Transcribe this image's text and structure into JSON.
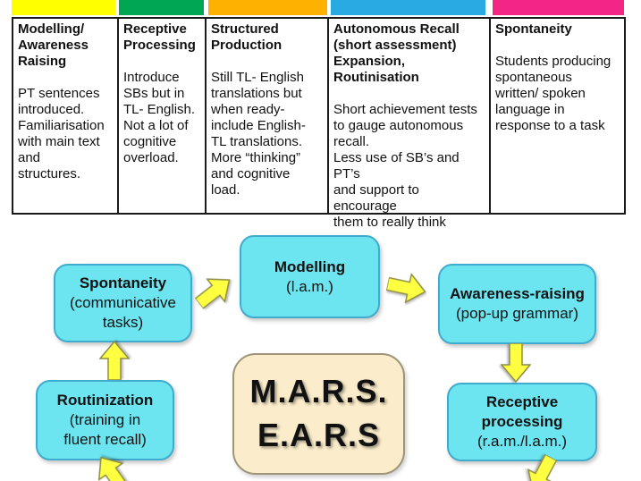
{
  "table": {
    "columns": [
      {
        "bar_color": "#FFFF00",
        "header": "Modelling/\nAwareness\nRaising",
        "body": "PT sentences\nintroduced.\nFamiliarisation\nwith main text\nand\nstructures."
      },
      {
        "bar_color": "#00A651",
        "header": "Receptive\nProcessing",
        "body": "Introduce\nSBs but in\nTL- English.\nNot a lot of\ncognitive\noverload."
      },
      {
        "bar_color": "#FFB100",
        "header": "Structured\nProduction",
        "body": "Still TL- English\ntranslations but\nwhen ready-\ninclude English-\nTL translations.\nMore “thinking”\nand cognitive\nload."
      },
      {
        "bar_color": "#29ABE2",
        "header": "Autonomous Recall\n(short assessment)\nExpansion,\nRoutinisation",
        "body": "Short achievement tests\nto gauge autonomous\nrecall.\nLess use of SB’s and PT’s\nand support to encourage\nthem to really think"
      },
      {
        "bar_color": "#F42685",
        "header": "Spontaneity",
        "body": "Students producing\nspontaneous\nwritten/ spoken\nlanguage in\nresponse to a task"
      }
    ]
  },
  "diagram": {
    "center": {
      "line1": "M.A.R.S.",
      "line2": "E.A.R.S"
    },
    "nodes": {
      "spontaneity": {
        "title": "Spontaneity",
        "subtitle": "(communicative\ntasks)"
      },
      "modelling": {
        "title": "Modelling",
        "subtitle": "(l.a.m.)"
      },
      "awareness": {
        "title": "Awareness-raising",
        "subtitle": "(pop-up grammar)"
      },
      "routinization": {
        "title": "Routinization",
        "subtitle": "(training in\nfluent recall)"
      },
      "receptive": {
        "title": "Receptive\nprocessing",
        "subtitle": "(r.a.m./l.a.m.)"
      }
    },
    "colors": {
      "node_fill": "#6CE5F0",
      "node_border": "#41ABCE",
      "center_fill": "#FBEDCB",
      "center_border": "#9E9477",
      "arrow_fill": "#FFFF42",
      "arrow_border": "#8F8F45",
      "table_border": "#1A1A1A"
    }
  }
}
